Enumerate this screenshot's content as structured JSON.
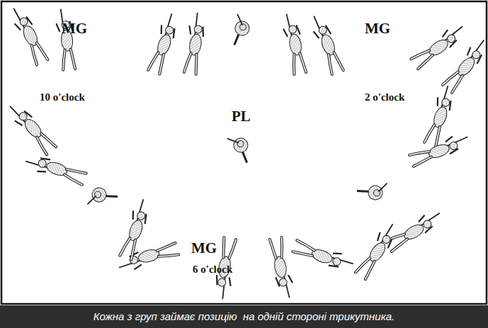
{
  "diagram": {
    "caption": "Кожна з груп займає позицію  на одній стороні трикутника.",
    "labels": [
      "MG",
      "10 o'clock",
      "MG",
      "2 o'clock",
      "PL",
      "MG",
      "6 o'clock"
    ]
  }
}
